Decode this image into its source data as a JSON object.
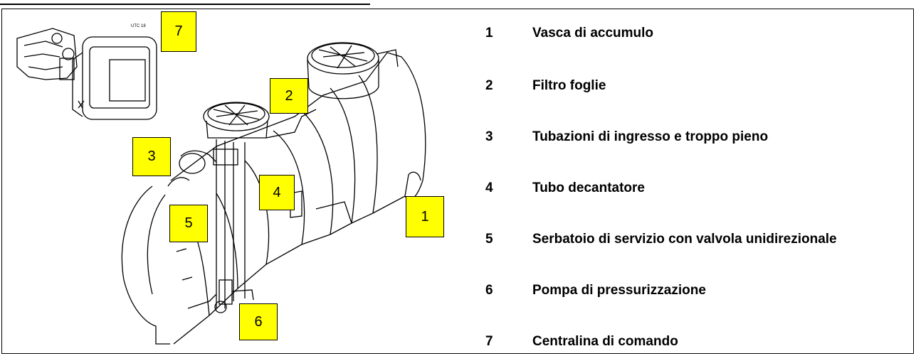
{
  "figure": {
    "callouts": [
      {
        "label": "7"
      },
      {
        "label": "2"
      },
      {
        "label": "3"
      },
      {
        "label": "4"
      },
      {
        "label": "5"
      },
      {
        "label": "1"
      },
      {
        "label": "6"
      }
    ]
  },
  "legend": {
    "items": [
      {
        "number": "1",
        "text": "Vasca di accumulo"
      },
      {
        "number": "2",
        "text": "Filtro foglie"
      },
      {
        "number": "3",
        "text": "Tubazioni di ingresso e troppo pieno"
      },
      {
        "number": "4",
        "text": "Tubo decantatore"
      },
      {
        "number": "5",
        "text": "Serbatoio di servizio con valvola unidirezionale"
      },
      {
        "number": "6",
        "text": "Pompa di pressurizzazione"
      },
      {
        "number": "7",
        "text": "Centralina di comando"
      }
    ]
  },
  "colors": {
    "callout_fill": "#ffff00",
    "line": "#000000"
  }
}
